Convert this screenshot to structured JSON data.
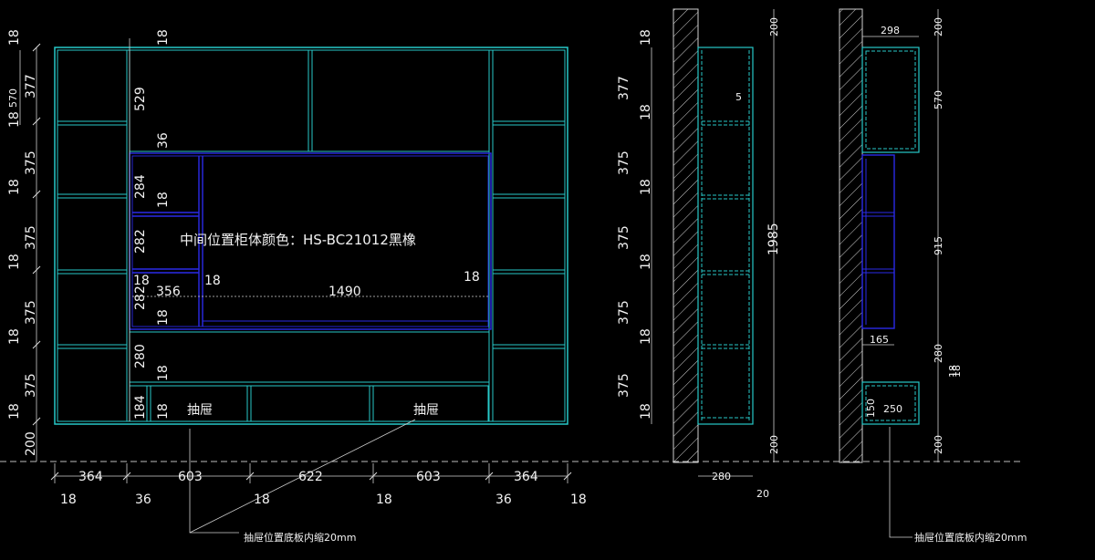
{
  "drawing": {
    "center_note": "中间位置柜体颜色：HS-BC21012黑橡",
    "drawer_label": "抽屉",
    "drawer_note": "抽屉位置底板内缩20mm",
    "front": {
      "left_dims": [
        "18",
        "377",
        "570",
        "18",
        "375",
        "18",
        "375",
        "18",
        "375",
        "18",
        "375",
        "18",
        "200"
      ],
      "inner_dims": [
        "18",
        "529",
        "36",
        "284",
        "18",
        "282",
        "18",
        "282",
        "18",
        "280",
        "18",
        "184",
        "18"
      ],
      "bottom_dims": [
        "364",
        "603",
        "622",
        "603",
        "364"
      ],
      "bottom_thick": [
        "18",
        "36",
        "18",
        "18",
        "36",
        "18"
      ],
      "middle_dims": [
        "18",
        "356",
        "18",
        "1490",
        "18"
      ]
    },
    "side": {
      "right_dims": [
        "18",
        "377",
        "18",
        "375",
        "18",
        "375",
        "18",
        "375",
        "18",
        "375",
        "18"
      ],
      "height": "1985",
      "top_gap": "200",
      "bottom_gap": "200",
      "depth": "280",
      "back": "20",
      "offset": "5"
    },
    "section": {
      "top_width": "298",
      "mid_width": "165",
      "drawer_width": "250",
      "drawer_height": "150",
      "right_dims": [
        "200",
        "570",
        "915",
        "280",
        "200"
      ],
      "small_dims": [
        "18",
        "18"
      ]
    }
  }
}
